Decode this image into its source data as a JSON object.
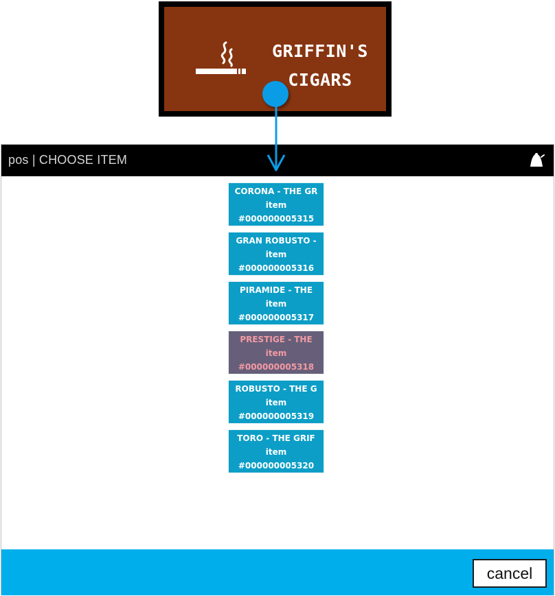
{
  "brand": {
    "name_line1": "GRIFFIN'S",
    "name_line2": "CIGARS",
    "icon": "cigar-icon",
    "tile_color": "#873511"
  },
  "window": {
    "title": "pos | CHOOSE ITEM",
    "titlebar_icon": "bell-icon"
  },
  "items": [
    {
      "name": "CORONA - THE GR",
      "label": "item",
      "number": "#000000005315",
      "selected": false
    },
    {
      "name": "GRAN ROBUSTO -",
      "label": "item",
      "number": "#000000005316",
      "selected": false
    },
    {
      "name": "PIRAMIDE - THE",
      "label": "item",
      "number": "#000000005317",
      "selected": false
    },
    {
      "name": "PRESTIGE - THE",
      "label": "item",
      "number": "#000000005318",
      "selected": true
    },
    {
      "name": "ROBUSTO - THE G",
      "label": "item",
      "number": "#000000005319",
      "selected": false
    },
    {
      "name": "TORO - THE GRIF",
      "label": "item",
      "number": "#000000005320",
      "selected": false
    }
  ],
  "footer": {
    "cancel_label": "cancel"
  },
  "colors": {
    "accent": "#00aeec",
    "tile": "#0c9ec7",
    "tile_selected": "#675f7a",
    "pointer": "#0b9ce6"
  }
}
